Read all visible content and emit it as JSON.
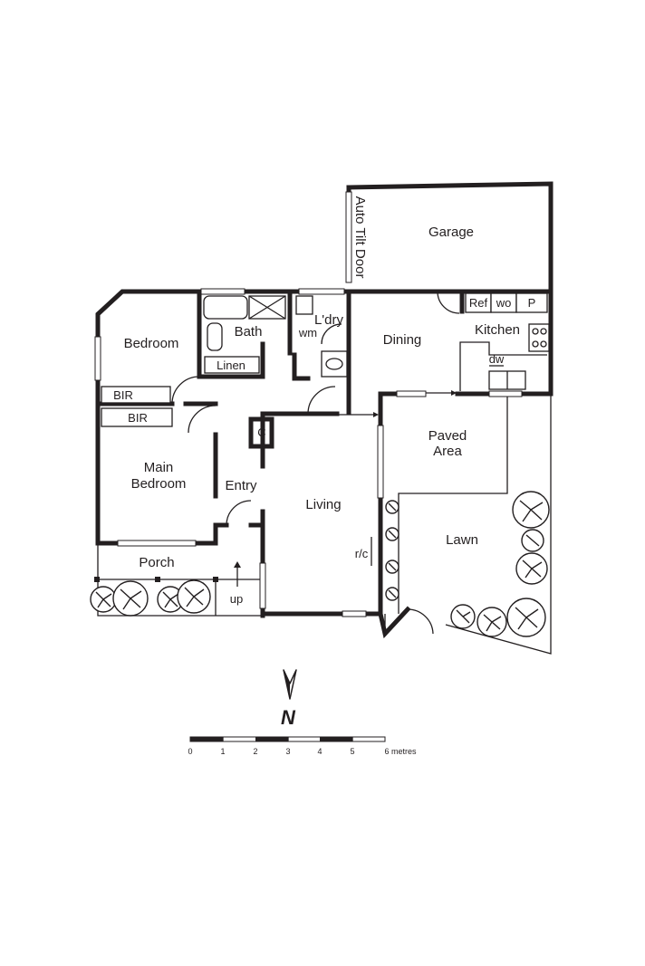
{
  "rooms": {
    "garage": "Garage",
    "auto_tilt_door": "Auto Tilt Door",
    "bedroom": "Bedroom",
    "bath": "Bath",
    "laundry": "L'dry",
    "wm": "wm",
    "dining": "Dining",
    "kitchen": "Kitchen",
    "ref": "Ref",
    "wo": "wo",
    "pantry": "P",
    "dw": "dw",
    "linen": "Linen",
    "bir_1": "BIR",
    "bir_2": "BIR",
    "cupboard": "C",
    "paved_area_line1": "Paved",
    "paved_area_line2": "Area",
    "main_bedroom_line1": "Main",
    "main_bedroom_line2": "Bedroom",
    "entry": "Entry",
    "living": "Living",
    "lawn": "Lawn",
    "rc": "r/c",
    "porch": "Porch",
    "up": "up"
  },
  "north": "N",
  "scale": {
    "ticks": [
      "0",
      "1",
      "2",
      "3",
      "4",
      "5",
      "6 metres"
    ]
  }
}
